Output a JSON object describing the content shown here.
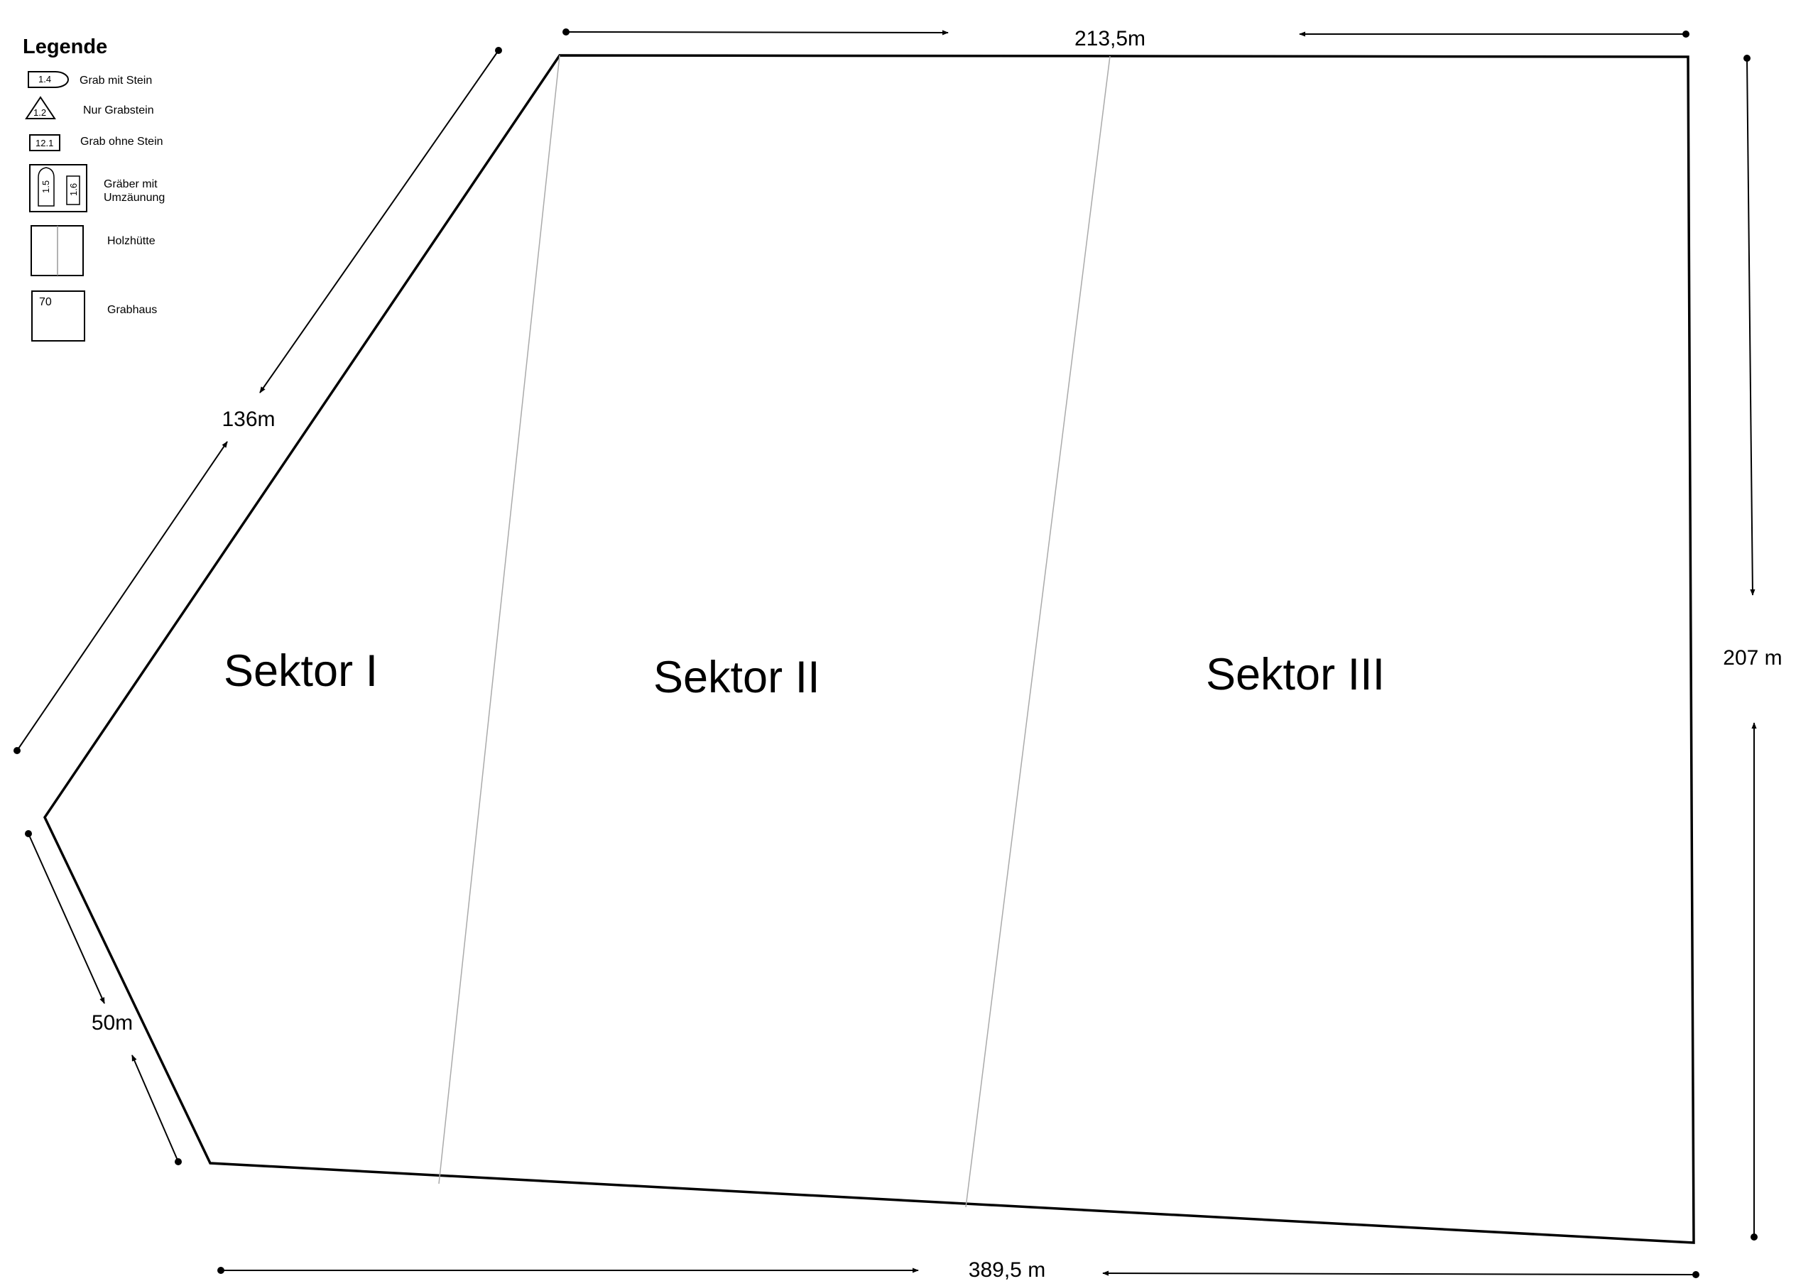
{
  "legend": {
    "title": "Legende",
    "items": [
      {
        "code": "1.4",
        "label": "Grab mit Stein",
        "icon": "ellipse-grave-icon"
      },
      {
        "code": "1.2",
        "label": "Nur Grabstein",
        "icon": "triangle-stone-icon"
      },
      {
        "code": "12.1",
        "label": "Grab ohne Stein",
        "icon": "rect-grave-icon"
      },
      {
        "codes": [
          "1.5",
          "1.6"
        ],
        "label_lines": [
          "Gräber mit",
          "Umzäunung"
        ],
        "icon": "fenced-graves-icon"
      },
      {
        "label": "Holzhütte",
        "icon": "wooden-hut-icon"
      },
      {
        "code": "70",
        "label": "Grabhaus",
        "icon": "grave-house-icon"
      }
    ]
  },
  "sectors": [
    "Sektor I",
    "Sektor II",
    "Sektor III"
  ],
  "dimensions": {
    "top": "213,5m",
    "right": "207 m",
    "bottom": "389,5 m",
    "upper_left": "136m",
    "lower_left": "50m"
  }
}
